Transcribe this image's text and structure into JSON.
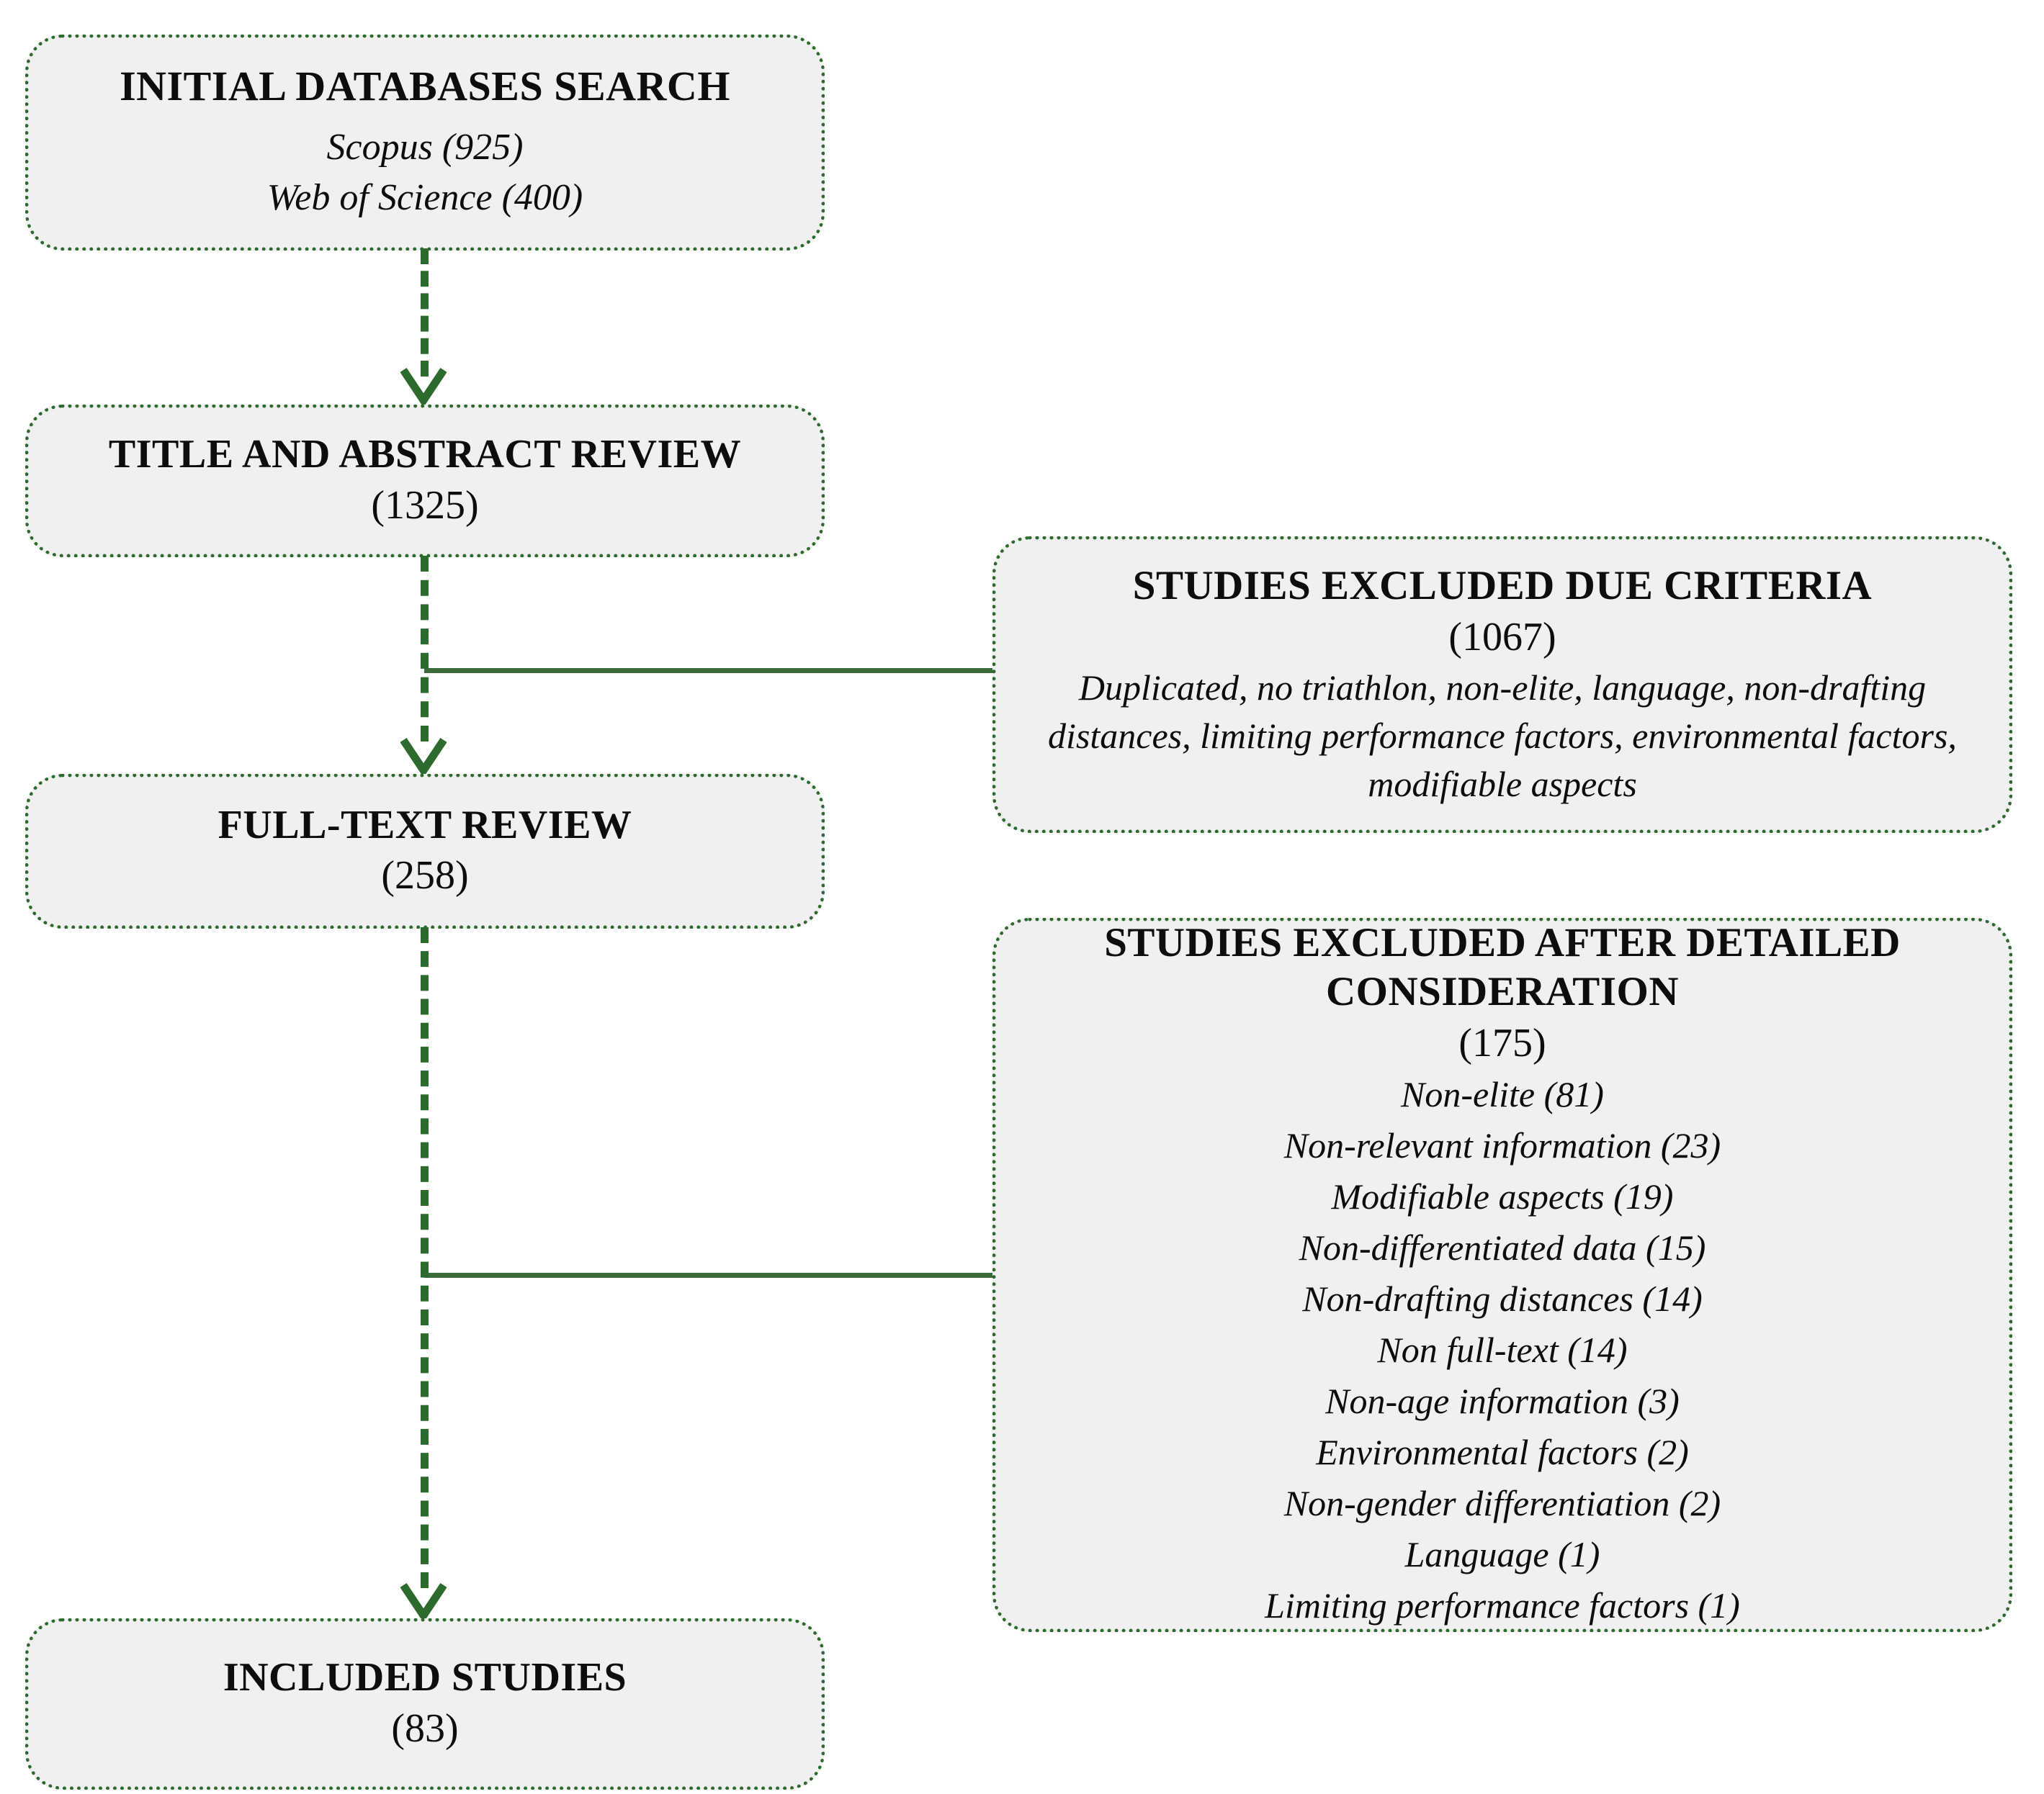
{
  "diagram": {
    "type": "prisma-flow-diagram",
    "colors": {
      "box_fill": "#f0f0f0",
      "box_border": "#2d6a2d",
      "connector": "#2d6a2d",
      "text": "#0d0d0d"
    }
  },
  "nodes": {
    "initial_search": {
      "title": "INITIAL DATABASES SEARCH",
      "sources": [
        "Scopus (925)",
        "Web of Science (400)"
      ]
    },
    "title_abstract": {
      "title": "TITLE AND ABSTRACT REVIEW",
      "count": "(1325)"
    },
    "full_text": {
      "title": "FULL-TEXT REVIEW",
      "count": "(258)"
    },
    "included": {
      "title": "INCLUDED STUDIES",
      "count": "(83)"
    },
    "excluded_criteria": {
      "title": "STUDIES EXCLUDED DUE CRITERIA",
      "count": "(1067)",
      "detail": "Duplicated, no triathlon, non-elite, language, non-drafting distances, limiting performance factors, environmental factors, modifiable aspects"
    },
    "excluded_detailed": {
      "title": "STUDIES EXCLUDED AFTER DETAILED CONSIDERATION",
      "count": "(175)",
      "reasons": [
        "Non-elite (81)",
        "Non-relevant information (23)",
        "Modifiable aspects (19)",
        "Non-differentiated data (15)",
        "Non-drafting distances (14)",
        "Non full-text (14)",
        "Non-age information (3)",
        "Environmental factors (2)",
        "Non-gender differentiation (2)",
        "Language (1)",
        "Limiting performance factors (1)"
      ]
    }
  }
}
